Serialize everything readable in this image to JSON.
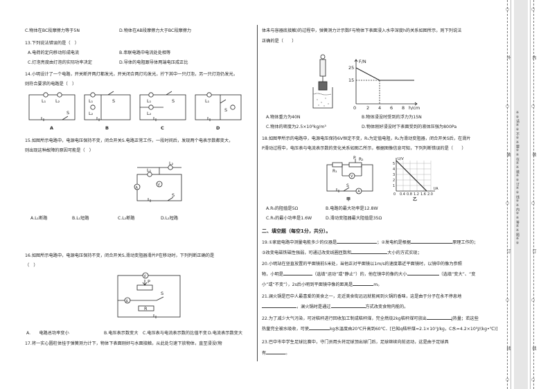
{
  "left": {
    "q12_options": [
      "C.物体在BC段摩擦力等于5N",
      "D.物体在AB段摩擦力大于BC段摩擦力"
    ],
    "q13_stem": "13.下列说法错误的是（　）",
    "q13_options": [
      "A.电荷的定向移动形成电流",
      "B.串联电路中电流处处相等",
      "C.灯泡亮度由灯泡的实际功率决定",
      "D.导体的电阻跟导体两端电压成正比"
    ],
    "q14_stem_1": "14.小明设计了一个电路，开关断开两灯都发光，开关闭合两灯均发光，拧下其中一只灯泡，另一只灯泡仍发光，",
    "q14_stem_2": "则符合要求的电路是（　）",
    "q14_fig_labels": [
      "A",
      "B",
      "C",
      "D"
    ],
    "q14_marks": {
      "l1": "L₁",
      "l2": "L₂",
      "s": "S"
    },
    "q15_stem_1": "15.如图所示电路中，电源电压保持不变，闭合开关S.电路正常工作，一段时间后，发现两个电表示数都变大，",
    "q15_stem_2": "则出现这种故障的原因可能是（　）",
    "q15_marks": {
      "l1": "L₁",
      "l2": "L₂",
      "a": "A",
      "v": "V",
      "s": "S"
    },
    "q15_options": [
      "A.L₁断路",
      "B.L₁短路",
      "C.L₂断路",
      "D.L₂短路"
    ],
    "q16_stem": "16.如图所示电路中，电源电压保持不变，闭合开关S,滑动变阻器滑片P在移动时，下列判断正确的是",
    "q16_bracket": "（　）",
    "q16_marks": {
      "v": "V",
      "a": "A",
      "s": "S",
      "r": "R",
      "p": "P"
    },
    "q16_options": [
      "A.　　电路总功率变小",
      "B.电压表示数变大",
      "C.电压表与电流表示数的比值不变",
      "D.电流表示数变大"
    ],
    "q17_stem": "17.将一实心圆柱体挂于弹簧测力计下，物体下表面刚好与水面接触，从此处匀速下放物体，直至浸没(物"
  },
  "right": {
    "q17_cont_1": "体未与容器底接触)的过程中，弹簧测力计示数F与物体下表面浸入水中深度h的关系如图所示，则下列说法",
    "q17_cont_2": "正确的是（　　）",
    "q17_graph": {
      "ylabel": "F/N",
      "xlabel": "h/cm",
      "y_ticks": [
        "25",
        "15"
      ],
      "x_ticks": [
        "0",
        "2",
        "4",
        "6",
        "8"
      ]
    },
    "q17_options": [
      "A.物体重力为40N",
      "B.物体浸没时受到的浮力为15N",
      "C.物体的密度为2.5×10³kg/m³",
      "D.物体刚好浸没时下表面受到的液体压强为800Pa"
    ],
    "q18_stem_1": "18.如图甲所示的电路中，电源电压保持6V恒定不变，R₁为定值电阻，R₂为滑动变阻器，闭合开关S后，在滑片",
    "q18_stem_2": "P滑动过程中，电压表与电流表示数的变化关系如图乙所示，根据图像信息可知，下列判断错误的是（　　）",
    "q18_labels": {
      "jia": "甲",
      "yi": "乙",
      "u": "U/V",
      "i": "I/A",
      "r1": "R₁",
      "r2": "R₂",
      "p": "P",
      "v": "V",
      "a": "A",
      "s": "S"
    },
    "q18_yticks": [
      "5",
      "4",
      "3",
      "2",
      "1"
    ],
    "q18_xticks": [
      "0",
      "0.4",
      "0.8",
      "1.2",
      "1.6",
      "2.0"
    ],
    "q18_options": [
      "A.R₀的阻值是5Ω",
      "B.电路的最大功率是12.8W",
      "C.R₀的最小功率是1.6W",
      "D.滑动变阻器最大阻值是35Ω"
    ],
    "section2": "二、填空题（每空1分，共分）。",
    "q19_a": "19.①家庭电路中测量电能多少的仪器是",
    "q19_b": "；②发电机是根据",
    "q19_c": "原理工作的；",
    "q19_d": "③改变电磁铁磁性强弱，可通过改变线圈匝数和",
    "q19_e": "大小的方式实现；",
    "q20_a": "20.小明站在竖直放置的平面镜前5米处，当他正对平面镜以1m/s的速度靠近平面镜时，以镜中的像为参照",
    "q20_b": "物，小明是",
    "q20_c": "（选填“运动”或“静止”）的，他在镜中的像的大小",
    "q20_d": "（选填“变大”、“变",
    "q20_e": "小”或“不变”），2s后小明到平面镜中像的距离是",
    "q20_f": "m。",
    "q21_a": "21.澜火锅是巴中人最喜爱的美食之一，走近美食街远远就能闻到火锅的香味，这是由于分子在永不停息地",
    "q21_b": "，澜火锅时是通过",
    "q21_c": "方式改变食物内能的。",
    "q22_a": "22.为了减少大气污染，可对秸秆进行回收加工制成秸秆煤，完全燃烧2kg秸秆煤可放出",
    "q22_b": "J热量；若这些",
    "q22_c": "热量完全被水吸收，可使",
    "q22_d": "kg水温度由20℃升高到60℃．[已知q秸秆煤=2.1×10⁷J/kg，C水=4.2×10³J/(kg•℃)]",
    "q23_a": "23.巴中市中学生足球比赛中，守门员用头将足球顶出球门后，足球继续向前运动，这是由于足球具",
    "q23_b": "有",
    "q23_c": "。"
  },
  "strip": {
    "chars": [
      "○",
      "外",
      "○",
      "装",
      "○",
      "订",
      "○",
      "线",
      "○"
    ],
    "chars_inner": [
      "○",
      "内",
      "○",
      "装",
      "○",
      "订",
      "○",
      "线",
      "○"
    ],
    "notice": "※※请※※不※※要※※在※※装※※订※※线※※内※※答※※题※※"
  }
}
